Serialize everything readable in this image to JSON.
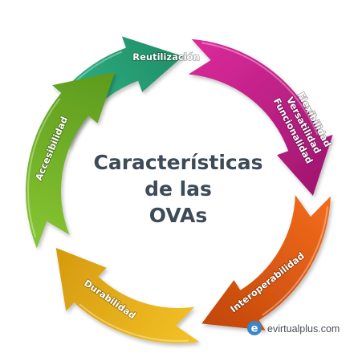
{
  "diagram": {
    "title_lines": [
      "Características",
      "de las",
      "OVAs"
    ],
    "segments": [
      {
        "id": "reutilizacion",
        "lines": [
          "Reutilización"
        ],
        "color": "#35b88a",
        "dark": "#1f8f68"
      },
      {
        "id": "flexibilidad",
        "lines": [
          "Flexibilidad",
          "Versatilidad",
          "Funcionalidad"
        ],
        "color": "#d92a9a",
        "dark": "#a0166f"
      },
      {
        "id": "interoperabilidad",
        "lines": [
          "Interoperabilidad"
        ],
        "color": "#f06a1c",
        "dark": "#c2470a"
      },
      {
        "id": "durabilidad",
        "lines": [
          "Durabilidad"
        ],
        "color": "#f2c026",
        "dark": "#d59a0e"
      },
      {
        "id": "accesibilidad",
        "lines": [
          "Accesibilidad"
        ],
        "color": "#84c331",
        "dark": "#5c9a1d"
      }
    ]
  },
  "brand": {
    "mark": "e",
    "text": "evirtualplus.com",
    "mark_color": "#3a86c8"
  }
}
